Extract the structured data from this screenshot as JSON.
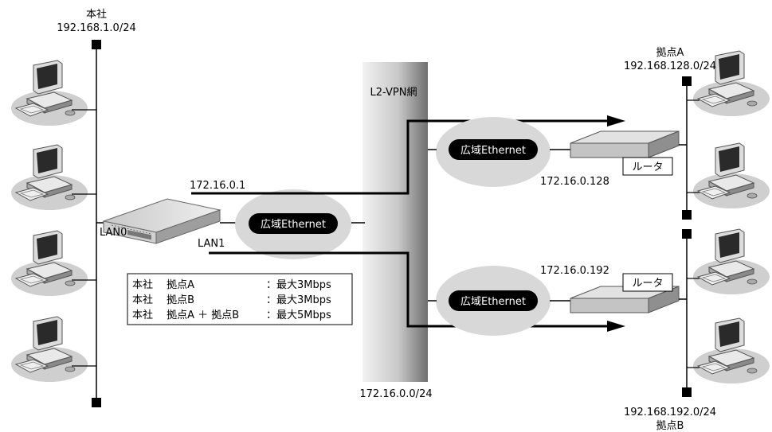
{
  "hq": {
    "name": "本社",
    "subnet": "192.168.1.0/24",
    "lan0": "LAN0",
    "lan1": "LAN1",
    "lan1_ip": "172.16.0.1"
  },
  "network": {
    "name": "L2-VPN網",
    "subnet": "172.16.0.0/24",
    "cloud_label": "広域Ethernet"
  },
  "site_a": {
    "name": "拠点A",
    "subnet": "192.168.128.0/24",
    "router_ip": "172.16.0.128",
    "router_label": "ルータ",
    "cloud_label": "広域Ethernet"
  },
  "site_b": {
    "name": "拠点B",
    "subnet": "192.168.192.0/24",
    "router_ip": "172.16.0.192",
    "router_label": "ルータ",
    "cloud_label": "広域Ethernet"
  },
  "bandwidth_table": {
    "rows": [
      {
        "route": "本社　 拠点A　　　　",
        "limit": "：最大3Mbps"
      },
      {
        "route": "本社　 拠点B　　　　",
        "limit": "：最大3Mbps"
      },
      {
        "route": "本社　 拠点A ＋ 拠点B",
        "limit": "：最大5Mbps"
      }
    ]
  },
  "colors": {
    "line": "#000000",
    "cloud": "#d8d8d8",
    "pill": "#000000",
    "vpn_band_dark": "#7a7a7a",
    "vpn_band_light": "#eeeeee"
  }
}
